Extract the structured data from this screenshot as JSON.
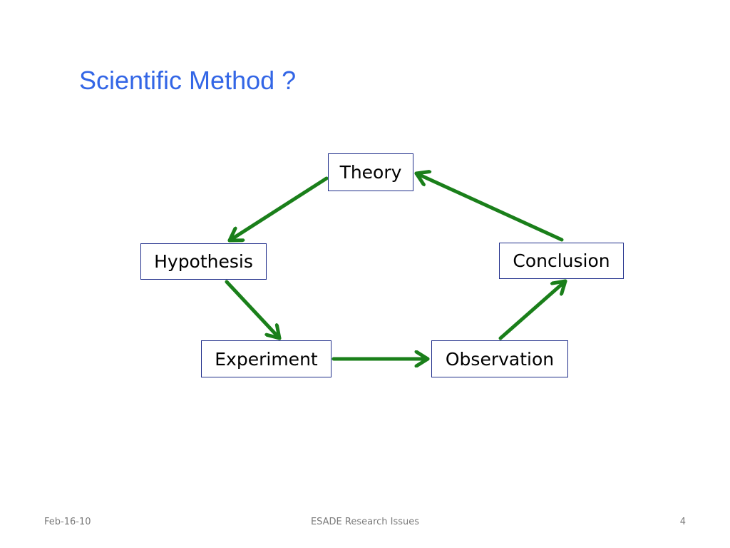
{
  "slide": {
    "title": "Scientific Method ?"
  },
  "diagram": {
    "nodes": {
      "theory": "Theory",
      "hypothesis": "Hypothesis",
      "experiment": "Experiment",
      "observation": "Observation",
      "conclusion": "Conclusion"
    },
    "arrow_color": "#1a7f1a",
    "box_border_color": "#1f2d8a",
    "title_color": "#3366e6"
  },
  "footer": {
    "date": "Feb-16-10",
    "center": "ESADE Research Issues",
    "page_number": "4"
  }
}
